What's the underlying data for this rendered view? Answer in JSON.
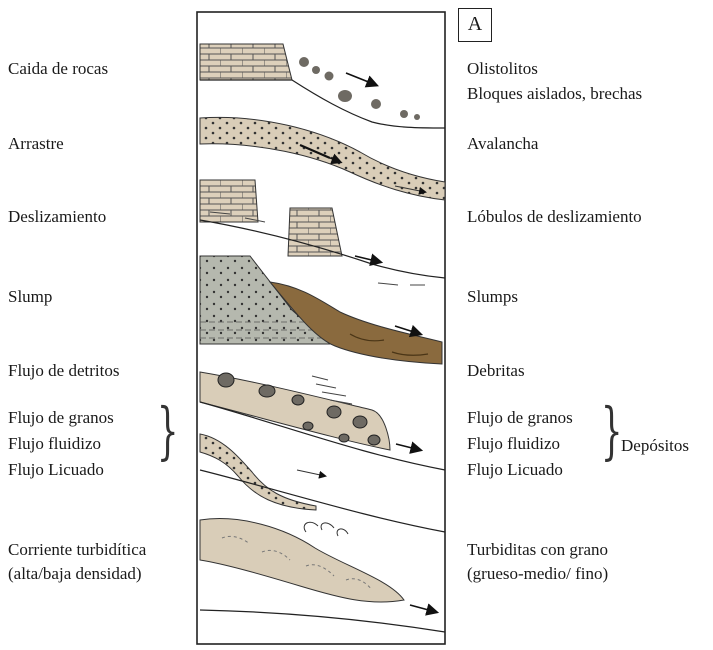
{
  "panel_label": "A",
  "rows": [
    {
      "process": [
        "Caida de rocas"
      ],
      "deposit": [
        "Olistolitos",
        "Bloques aislados, brechas"
      ]
    },
    {
      "process": [
        "Arrastre"
      ],
      "deposit": [
        "Avalancha"
      ]
    },
    {
      "process": [
        "Deslizamiento"
      ],
      "deposit": [
        "Lóbulos de deslizamiento"
      ]
    },
    {
      "process": [
        "Slump"
      ],
      "deposit": [
        "Slumps"
      ]
    },
    {
      "process": [
        "Flujo de detritos"
      ],
      "deposit": [
        "Debritas"
      ]
    },
    {
      "process": [
        "Flujo de granos",
        "Flujo fluidizo",
        "Flujo Licuado"
      ],
      "deposit": [
        "Flujo de granos",
        "Flujo fluidizo",
        "Flujo Licuado"
      ],
      "deposit_group": "Depósitos"
    },
    {
      "process": [
        "Corriente turbidítica",
        "(alta/baja densidad)"
      ],
      "deposit": [
        "Turbiditas con grano",
        "(grueso-medio/ fino)"
      ]
    }
  ],
  "colors": {
    "sediment": "#d9cdb8",
    "limestone": "#ddd0bb",
    "slump_grey": "#b5b8ae",
    "slump_brown": "#8a6a3e",
    "clast": "#6e6a63",
    "line": "#222222"
  }
}
